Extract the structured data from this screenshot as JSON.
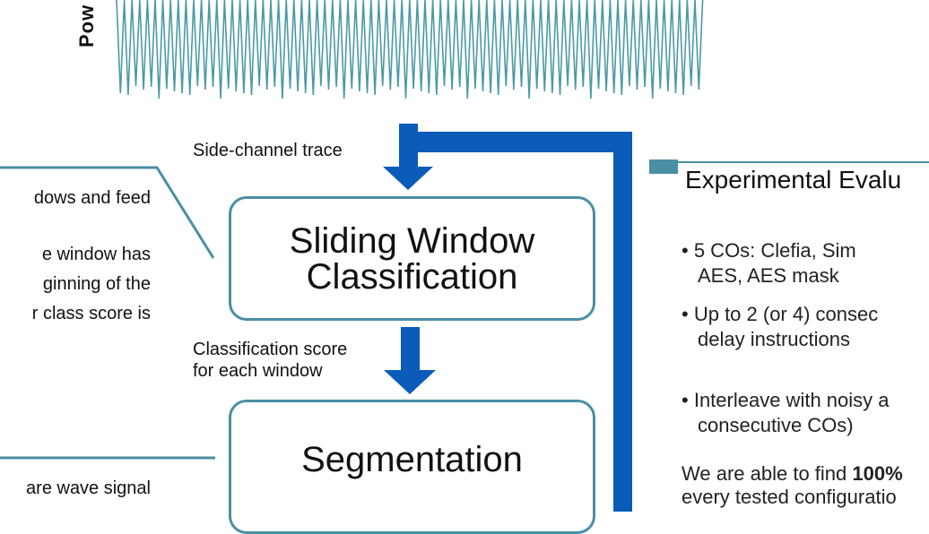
{
  "power_label": "Pow",
  "left_text": {
    "line1": "dows and feed",
    "line2": "e  window  has",
    "line3": "ginning  of  the",
    "line4": "r class score is",
    "line5": "are wave signal"
  },
  "trace_label": "Side-channel trace",
  "score_label": [
    "Classification score",
    "for each window"
  ],
  "box_sliding": [
    "Sliding Window",
    "Classification"
  ],
  "box_segmentation": "Segmentation",
  "evaluation": {
    "title": "Experimental Evalu",
    "bullets": [
      [
        "5  COs:  Clefia,  Sim",
        "AES, AES mask"
      ],
      [
        "Up  to  2  (or  4)  consec",
        "delay instructions"
      ],
      [
        "Interleave with noisy a",
        "consecutive COs)"
      ]
    ],
    "result_prefix": "We are able to find ",
    "result_bold": "100%",
    "result_line2": "every tested configuratio"
  },
  "colors": {
    "waveform": "#4a9aa5",
    "arrow": "#0a5cb8",
    "box_border": "#4a8fa3",
    "accent": "#4a8fa3"
  }
}
